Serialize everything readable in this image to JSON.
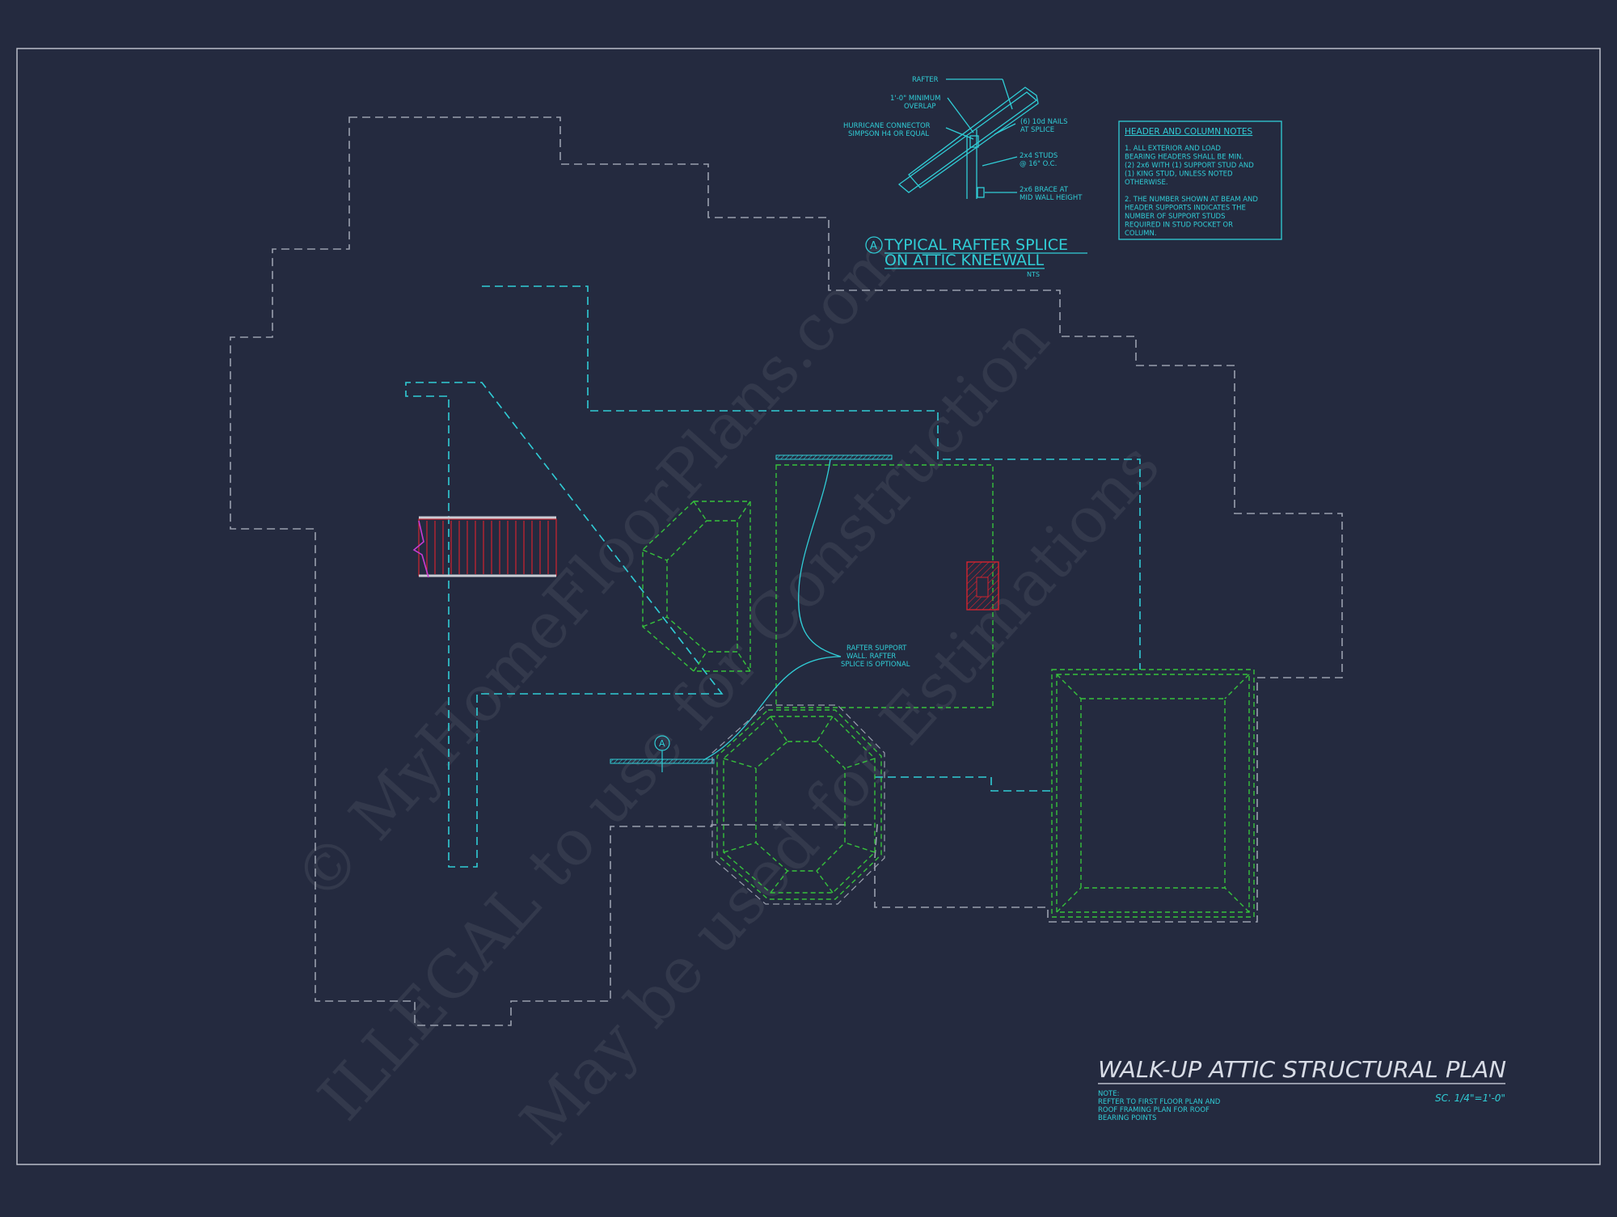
{
  "plan": {
    "title": "WALK-UP ATTIC STRUCTURAL PLAN",
    "scale": "SC. 1/4\"=1'-0\"",
    "note_heading": "NOTE:",
    "note_lines": [
      "REFTER TO FIRST FLOOR PLAN AND",
      "ROOF FRAMING PLAN FOR ROOF",
      "BEARING POINTS"
    ]
  },
  "detail": {
    "marker": "A",
    "title_line1": "TYPICAL RAFTER SPLICE",
    "title_line2": "ON ATTIC KNEEWALL",
    "nts": "NTS",
    "labels": {
      "rafter": "RAFTER",
      "overlap_1": "1'-0\" MINIMUM",
      "overlap_2": "OVERLAP",
      "connector_1": "HURRICANE CONNECTOR",
      "connector_2": "SIMPSON H4 OR EQUAL",
      "nails_1": "(6) 10d NAILS",
      "nails_2": "AT SPLICE",
      "studs_1": "2x4 STUDS",
      "studs_2": "@ 16\" O.C.",
      "brace_1": "2x6 BRACE AT",
      "brace_2": "MID WALL HEIGHT"
    }
  },
  "header_notes": {
    "title": "HEADER AND COLUMN NOTES",
    "lines": [
      "1. ALL EXTERIOR AND LOAD",
      "BEARING HEADERS SHALL BE MIN.",
      "(2) 2x6 WITH (1) SUPPORT STUD AND",
      "(1) KING STUD, UNLESS NOTED",
      "OTHERWISE.",
      "",
      "2. THE NUMBER SHOWN AT BEAM AND",
      "HEADER SUPPORTS INDICATES THE",
      "NUMBER OF SUPPORT STUDS",
      "REQUIRED IN STUD POCKET OR",
      "COLUMN."
    ]
  },
  "callout": {
    "lines": [
      "RAFTER SUPPORT",
      "WALL. RAFTER",
      "SPLICE IS OPTIONAL"
    ],
    "section_marker": "A"
  },
  "watermark": [
    "© MyHomeFloorPlans.com",
    "ILLEGAL to use for Construction",
    "May be used for Estimations"
  ],
  "colors": {
    "background": "#242a3f",
    "outline": "#9aa0ae",
    "cyan": "#30cdd6",
    "green": "#36c23c",
    "red": "#d2232f",
    "magenta": "#c83cd4"
  }
}
